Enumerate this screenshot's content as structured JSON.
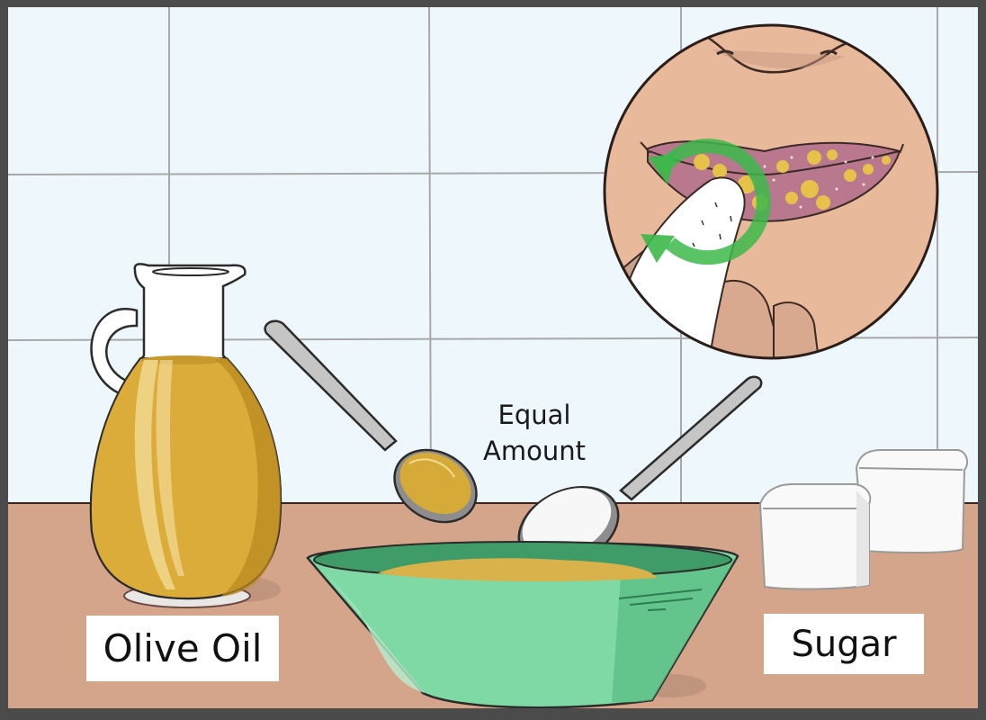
{
  "illustration": {
    "caption": {
      "line1": "Equal",
      "line2": "Amount"
    },
    "labels": {
      "olive_oil": "Olive Oil",
      "sugar": "Sugar"
    },
    "inset": {
      "description": "close-up of lips with sugar scrub, finger rubbing in circular motion",
      "arrow_direction": "circular"
    },
    "colors": {
      "frame": "#4b4b4b",
      "wall_tile": "#eef7fb",
      "grout": "#a9a9a9",
      "counter": "#d4a58a",
      "oil": "#dcac3a",
      "bowl": "#7ed9a4",
      "skin": "#e8b99a",
      "lips": "#b9788e",
      "arrow": "#3cb84a",
      "label_bg": "#ffffff",
      "label_text": "#111111"
    }
  }
}
